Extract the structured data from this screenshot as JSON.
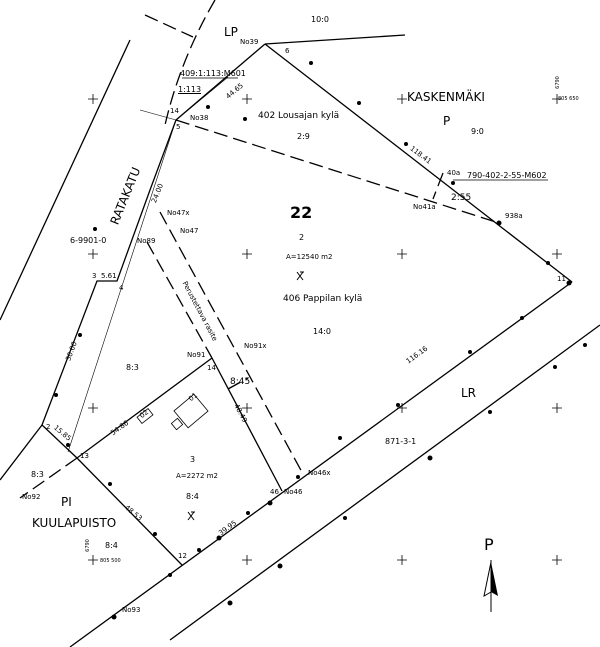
{
  "streets": {
    "ratakatu": "RATAKATU"
  },
  "areas": {
    "lp": "LP",
    "kaskenmaki": "KASKENMÄKI",
    "p": "P",
    "lr": "LR",
    "pi": "PI",
    "kuulapuisto": "KUULAPUISTO"
  },
  "parcels": {
    "p22": {
      "number": "22",
      "sub": "2",
      "area": "A=12540 m2",
      "village": "406 Pappilan kylä",
      "code": "14:0"
    },
    "p3": {
      "number": "3",
      "area": "A=2272 m2",
      "code": "8:4"
    },
    "lousaja": {
      "village": "402 Lousajan kylä",
      "code": "2:9"
    },
    "top": "10:0",
    "kaskenmaki_code": "9:0",
    "road_code": "6-9901-0",
    "lr_code": "871-3-1",
    "left_83": "8:3",
    "bottom_83": "8:3",
    "pi_84": "8:4",
    "c845": "8:45",
    "c255": "2:55"
  },
  "references": {
    "m601": "409:1:113:M601",
    "r113": "1:113",
    "m602": "790-402-2-55-M602"
  },
  "easement": "Perustettava rasite",
  "points": {
    "no39": "No39",
    "no38": "No38",
    "no47x": "No47x",
    "no47": "No47",
    "no89": "No89",
    "no91": "No91",
    "no91x": "No91x",
    "no46": "No46",
    "no46x": "No46x",
    "no92": "No92",
    "no93": "No93",
    "no41a": "No41a",
    "p40a": "40a",
    "p938a": "938a",
    "p11": "11",
    "p5": "5",
    "p6": "6",
    "p14a": "14",
    "p3": "3",
    "p4": "4",
    "p2": "2",
    "p13": "13",
    "p12": "12",
    "p46": "46",
    "p14": "14"
  },
  "distances": {
    "d4465": "44.65",
    "d11841": "118.41",
    "d2400": "24.00",
    "d561": "5.61",
    "d3000": "30.00",
    "d1585": "15.85",
    "d5486": "54.86",
    "d4849": "48.49",
    "d4853": "48.53",
    "d3995": "39.95",
    "d11616": "116.16"
  },
  "buildings": {
    "b1": "01",
    "b2": "02"
  },
  "coords": {
    "n1": "6790",
    "e1": "805 650",
    "n2": "6790",
    "e2": "805 500"
  },
  "north_arrow": "P"
}
